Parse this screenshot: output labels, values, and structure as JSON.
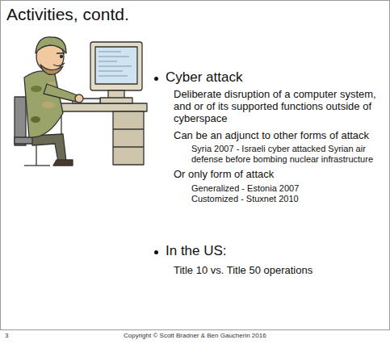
{
  "diagram": {
    "title": "Activities, contd.",
    "labels": [
      "Cyber attack",
      "Deliberate disruption of a computer system, and or of its supported functions outside of cyberspace",
      "Can be an adjunct to other forms of attack",
      "Syria 2007 - Israeli cyber attacked Syrian air defense before bombing nuclear infrastructure",
      "Or only form of attack",
      "Generalized - Estonia 2007",
      "Customized - Stuxnet 2010",
      "In the US:",
      "Title 10 vs. Title 50 operations",
      "3",
      "Copyright © Scott Bradner & Ben Gaucherin 2016"
    ]
  }
}
